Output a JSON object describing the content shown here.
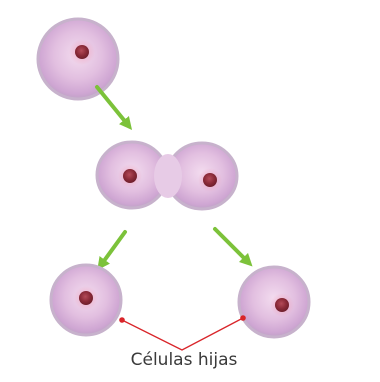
{
  "diagram": {
    "stages": [
      "parent-cell",
      "dividing-cell",
      "daughter-cells"
    ],
    "label": "Células hijas"
  },
  "colors": {
    "arrow": "#7cc23a",
    "pointer": "#d9252a",
    "cell_fill": "#e0bfe0",
    "nucleus": "#8a2a38"
  }
}
